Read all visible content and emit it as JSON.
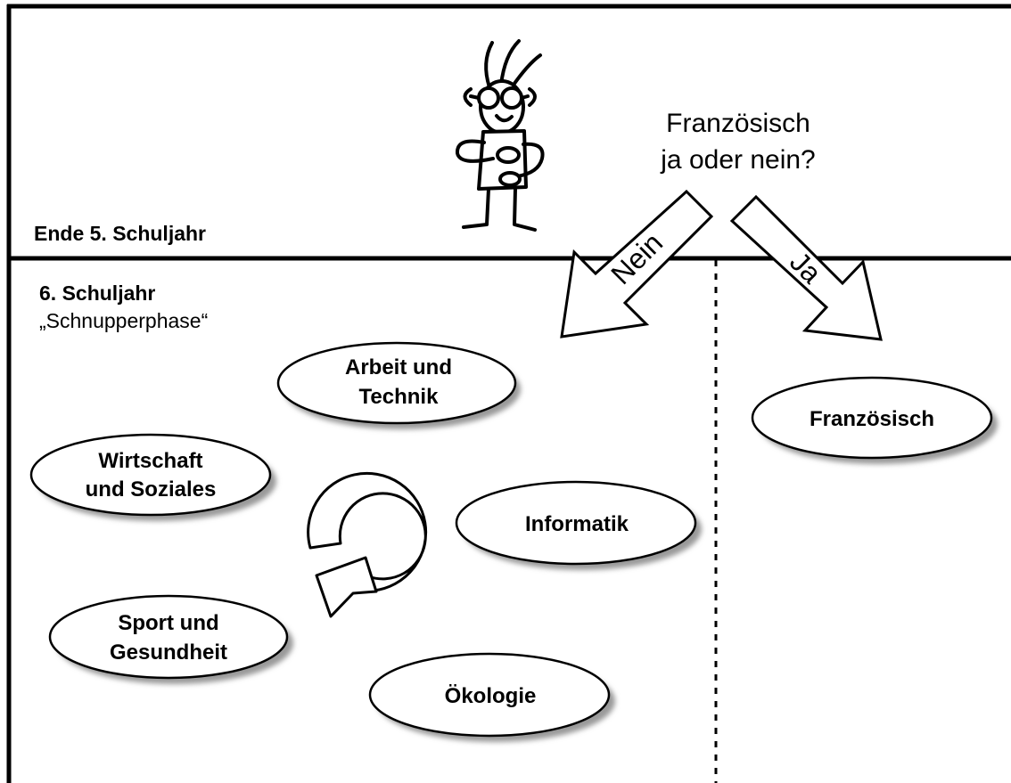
{
  "top_section": {
    "label": "Ende 5. Schuljahr",
    "question_line1": "Französisch",
    "question_line2": "ja oder nein?"
  },
  "arrows": {
    "no_label": "Nein",
    "yes_label": "Ja"
  },
  "bottom_section": {
    "title": "6. Schuljahr",
    "subtitle": "„Schnupperphase“"
  },
  "modules": {
    "arbeit_line1": "Arbeit und",
    "arbeit_line2": "Technik",
    "wirtschaft_line1": "Wirtschaft",
    "wirtschaft_line2": "und Soziales",
    "informatik": "Informatik",
    "sport_line1": "Sport und",
    "sport_line2": "Gesundheit",
    "oekologie": "Ökologie",
    "franzoesisch": "Französisch"
  },
  "icons": {
    "figure": "cartoon-student-icon",
    "cycle": "rotation-cycle-icon"
  },
  "colors": {
    "stroke": "#000000",
    "fill": "#ffffff",
    "shadow": "#9a9a9a"
  }
}
